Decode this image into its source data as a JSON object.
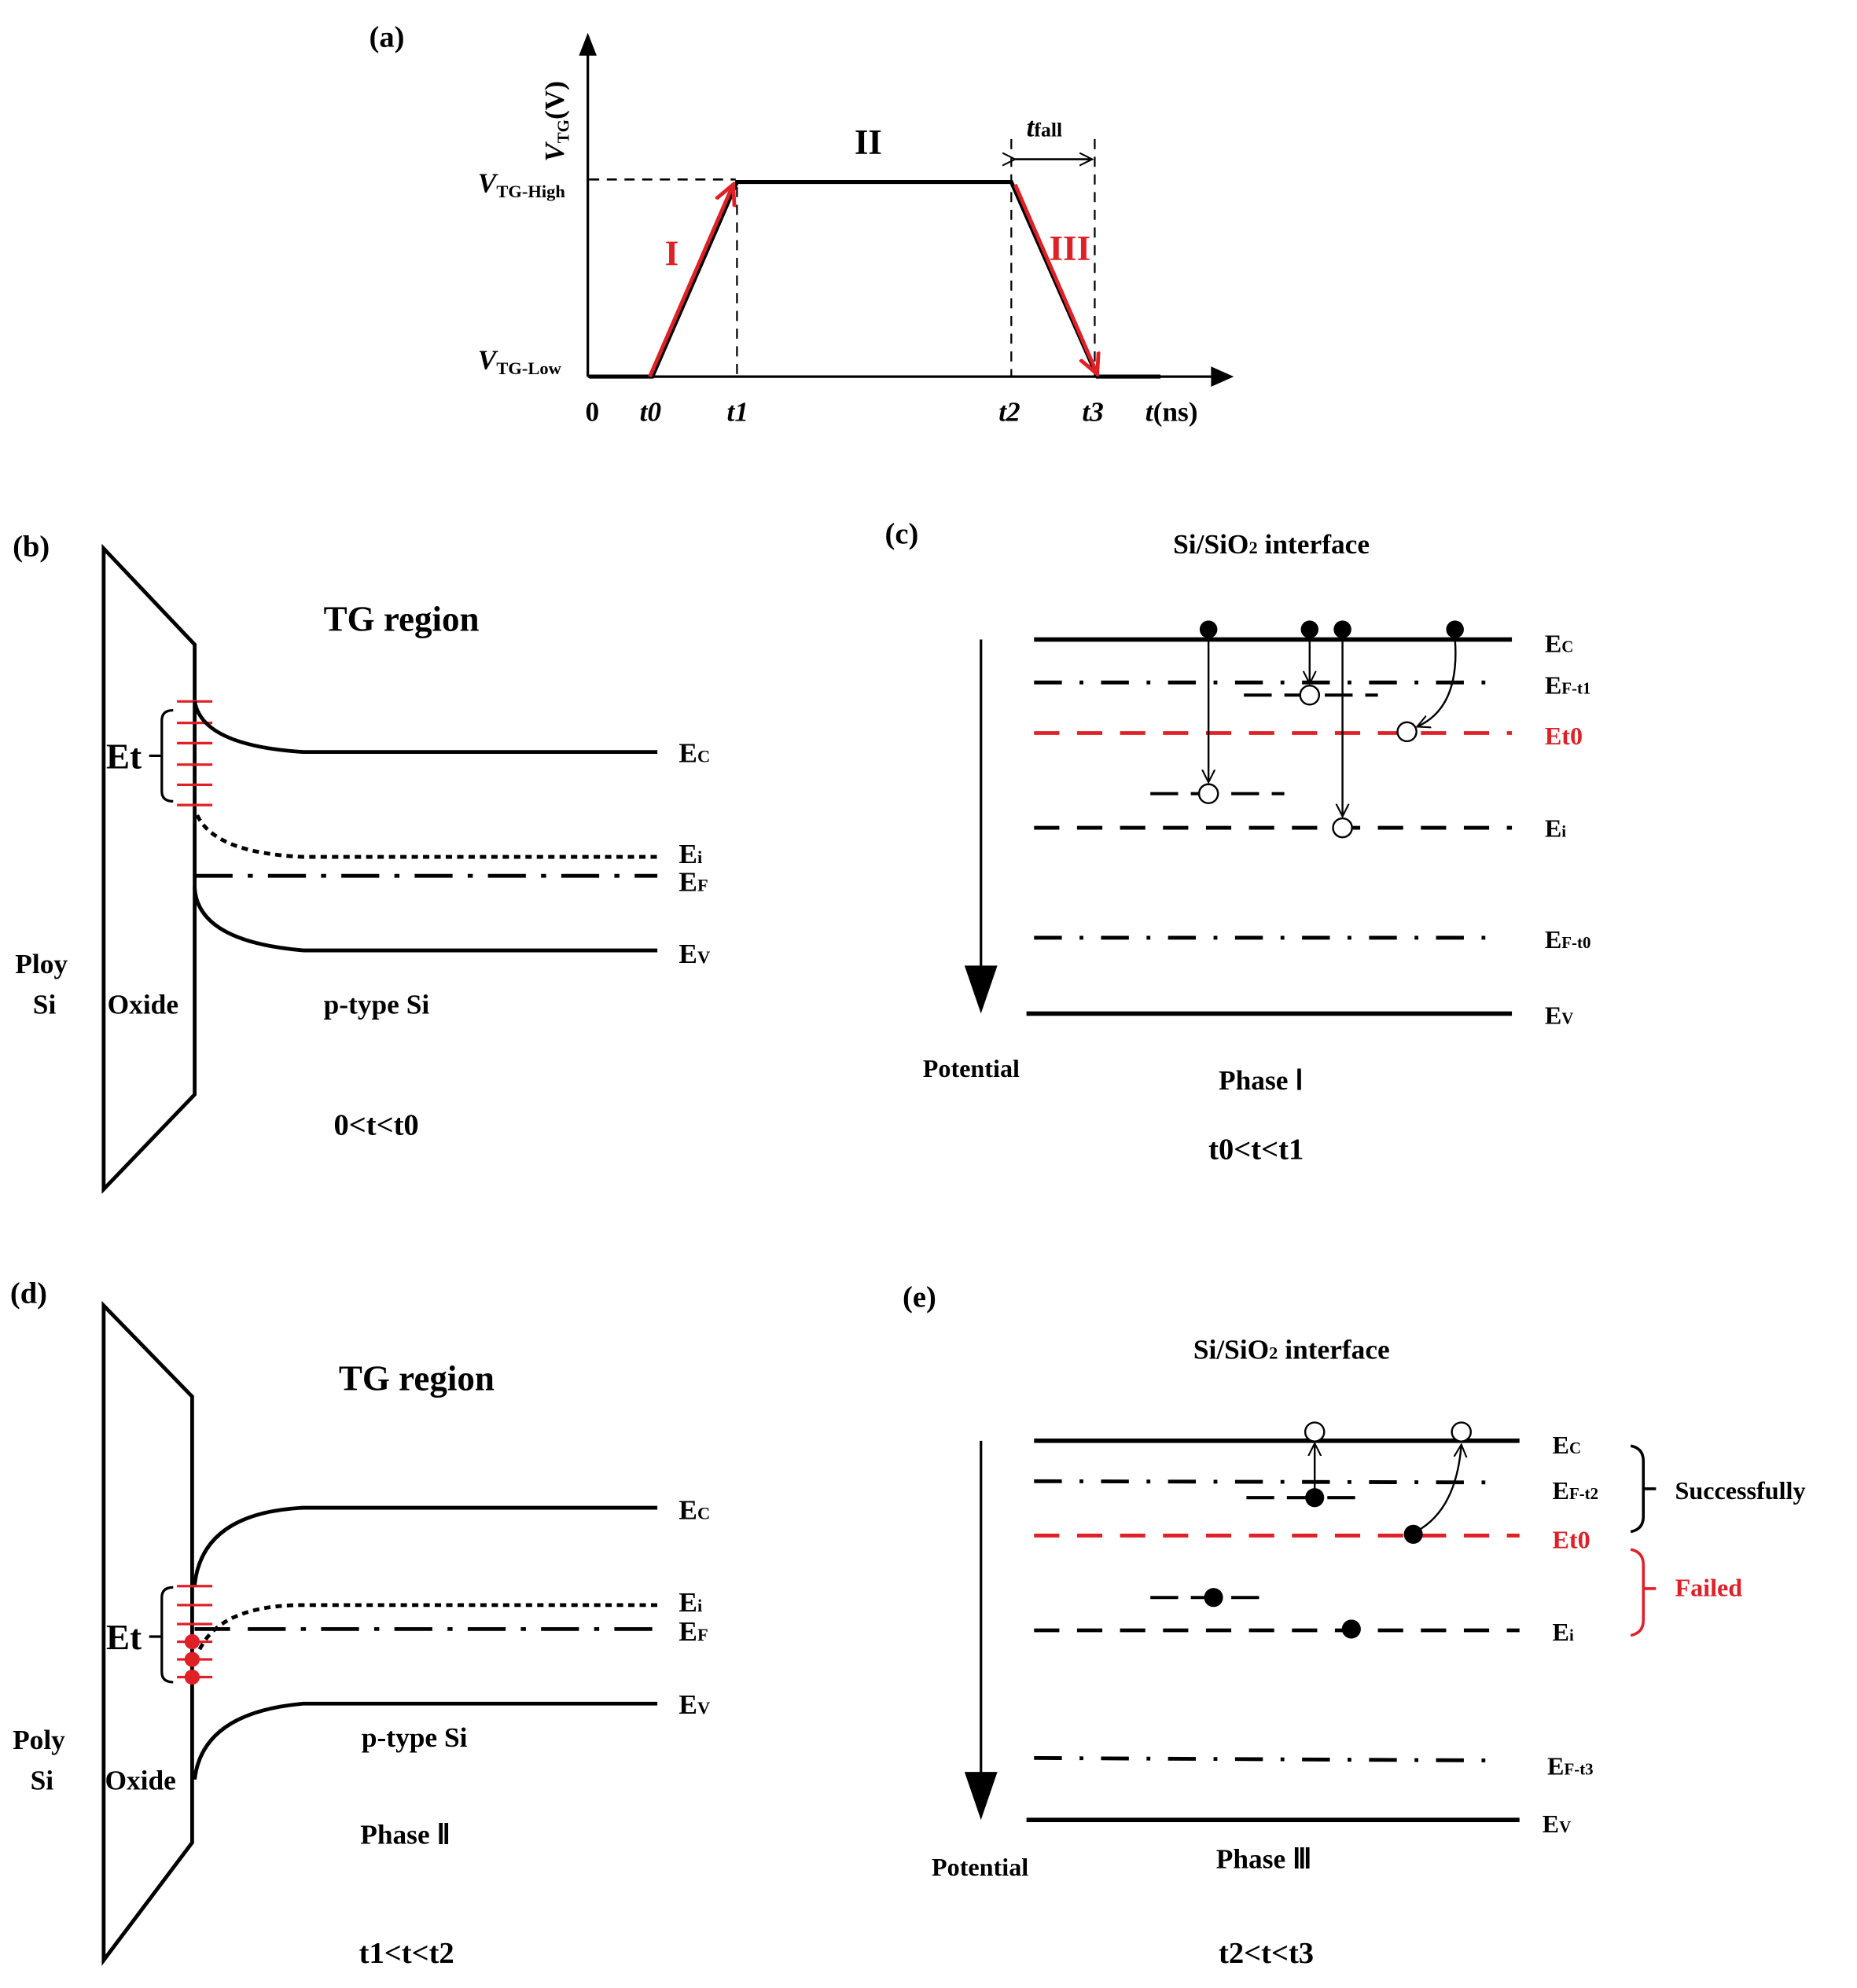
{
  "colors": {
    "ink": "#000000",
    "accent_red": "#e02027",
    "background": "#ffffff"
  },
  "panel_a": {
    "label": "(a)",
    "y_axis": {
      "symbol": "V",
      "sub": "TG",
      "unit": "(V)"
    },
    "v_high": {
      "symbol": "V",
      "sub": "TG-High"
    },
    "v_low": {
      "symbol": "V",
      "sub": "TG-Low"
    },
    "x_ticks": [
      "0",
      "t0",
      "t1",
      "t2",
      "t3"
    ],
    "x_axis": {
      "symbol": "t",
      "unit": "(ns)"
    },
    "phases": [
      "I",
      "II",
      "III"
    ],
    "t_fall": {
      "symbol": "t",
      "sub": "fall"
    }
  },
  "panel_b": {
    "label": "(b)",
    "title": "TG region",
    "et_label": "Et",
    "levels": [
      {
        "main": "E",
        "sub": "C"
      },
      {
        "main": "E",
        "sub": "i"
      },
      {
        "main": "E",
        "sub": "F"
      },
      {
        "main": "E",
        "sub": "V"
      }
    ],
    "gate_label": [
      "Ploy",
      "Si"
    ],
    "oxide_label": "Oxide",
    "substrate_label": "p-type Si",
    "time_range": "0<t<t0"
  },
  "panel_c": {
    "label": "(c)",
    "title": {
      "main": "Si/SiO",
      "sub": "2",
      "rest": " interface"
    },
    "levels": [
      {
        "main": "E",
        "sub": "C"
      },
      {
        "main": "E",
        "sub": "F-t1"
      },
      {
        "main": "Et0",
        "sub": ""
      },
      {
        "main": "E",
        "sub": "i"
      },
      {
        "main": "E",
        "sub": "F-t0"
      },
      {
        "main": "E",
        "sub": "V"
      }
    ],
    "axis_label": "Potential",
    "phase": "Phase Ⅰ",
    "time_range": "t0<t<t1"
  },
  "panel_d": {
    "label": "(d)",
    "title": "TG region",
    "et_label": "Et",
    "levels": [
      {
        "main": "E",
        "sub": "C"
      },
      {
        "main": "E",
        "sub": "i"
      },
      {
        "main": "E",
        "sub": "F"
      },
      {
        "main": "E",
        "sub": "V"
      }
    ],
    "gate_label": [
      "Poly",
      "Si"
    ],
    "oxide_label": "Oxide",
    "substrate_label": "p-type Si",
    "phase": "Phase Ⅱ",
    "time_range": "t1<t<t2"
  },
  "panel_e": {
    "label": "(e)",
    "title": {
      "main": "Si/SiO",
      "sub": "2",
      "rest": " interface"
    },
    "levels": [
      {
        "main": "E",
        "sub": "C"
      },
      {
        "main": "E",
        "sub": "F-t2"
      },
      {
        "main": "Et0",
        "sub": ""
      },
      {
        "main": "E",
        "sub": "i"
      },
      {
        "main": "E",
        "sub": "F-t3"
      },
      {
        "main": "E",
        "sub": "V"
      }
    ],
    "success_label": "Successfully",
    "failed_label": "Failed",
    "axis_label": "Potential",
    "phase": "Phase Ⅲ",
    "time_range": "t2<t<t3"
  }
}
